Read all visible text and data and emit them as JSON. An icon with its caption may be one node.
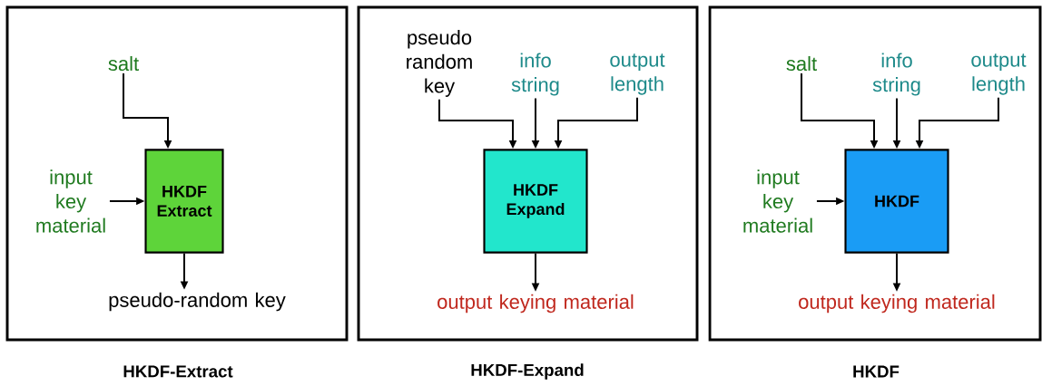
{
  "diagram": {
    "nodes": [
      {
        "text": [
          "HKDF-Extract"
        ]
      },
      {
        "text": [
          "salt"
        ],
        "in": 0
      },
      {
        "text": [
          "input key material"
        ],
        "in": 0
      },
      {
        "text": [
          "HKDF Extract"
        ],
        "in": 0
      },
      {
        "text": [
          "pseudo-random key"
        ],
        "in": 0
      },
      {
        "text": [
          "HKDF-Expand"
        ]
      },
      {
        "text": [
          "pseudo random key"
        ],
        "in": 5
      },
      {
        "text": [
          "info string"
        ],
        "in": 5
      },
      {
        "text": [
          "output length"
        ],
        "in": 5
      },
      {
        "text": [
          "HKDF Expand"
        ],
        "in": 5
      },
      {
        "text": [
          "output keying material"
        ],
        "in": 5
      },
      {
        "text": [
          "HKDF"
        ]
      },
      {
        "text": [
          "salt"
        ],
        "in": 11
      },
      {
        "text": [
          "info string"
        ],
        "in": 11
      },
      {
        "text": [
          "output length"
        ],
        "in": 11
      },
      {
        "text": [
          "input key material"
        ],
        "in": 11
      },
      {
        "text": [
          "HKDF"
        ],
        "in": 11
      },
      {
        "text": [
          "output keying material"
        ],
        "in": 11
      }
    ],
    "edges": [
      {
        "from": 1,
        "to": 3,
        "arrow": "to"
      },
      {
        "from": 2,
        "to": 3,
        "arrow": "to"
      },
      {
        "from": 3,
        "to": 4,
        "arrow": "to"
      },
      {
        "from": 6,
        "to": 9,
        "arrow": "to"
      },
      {
        "from": 7,
        "to": 9,
        "arrow": "to"
      },
      {
        "from": 8,
        "to": 9,
        "arrow": "to"
      },
      {
        "from": 9,
        "to": 10,
        "arrow": "to"
      },
      {
        "from": 12,
        "to": 16,
        "arrow": "to"
      },
      {
        "from": 13,
        "to": 16,
        "arrow": "to"
      },
      {
        "from": 14,
        "to": 16,
        "arrow": "to"
      },
      {
        "from": 15,
        "to": 16,
        "arrow": "to"
      },
      {
        "from": 16,
        "to": 17,
        "arrow": "to"
      }
    ]
  }
}
